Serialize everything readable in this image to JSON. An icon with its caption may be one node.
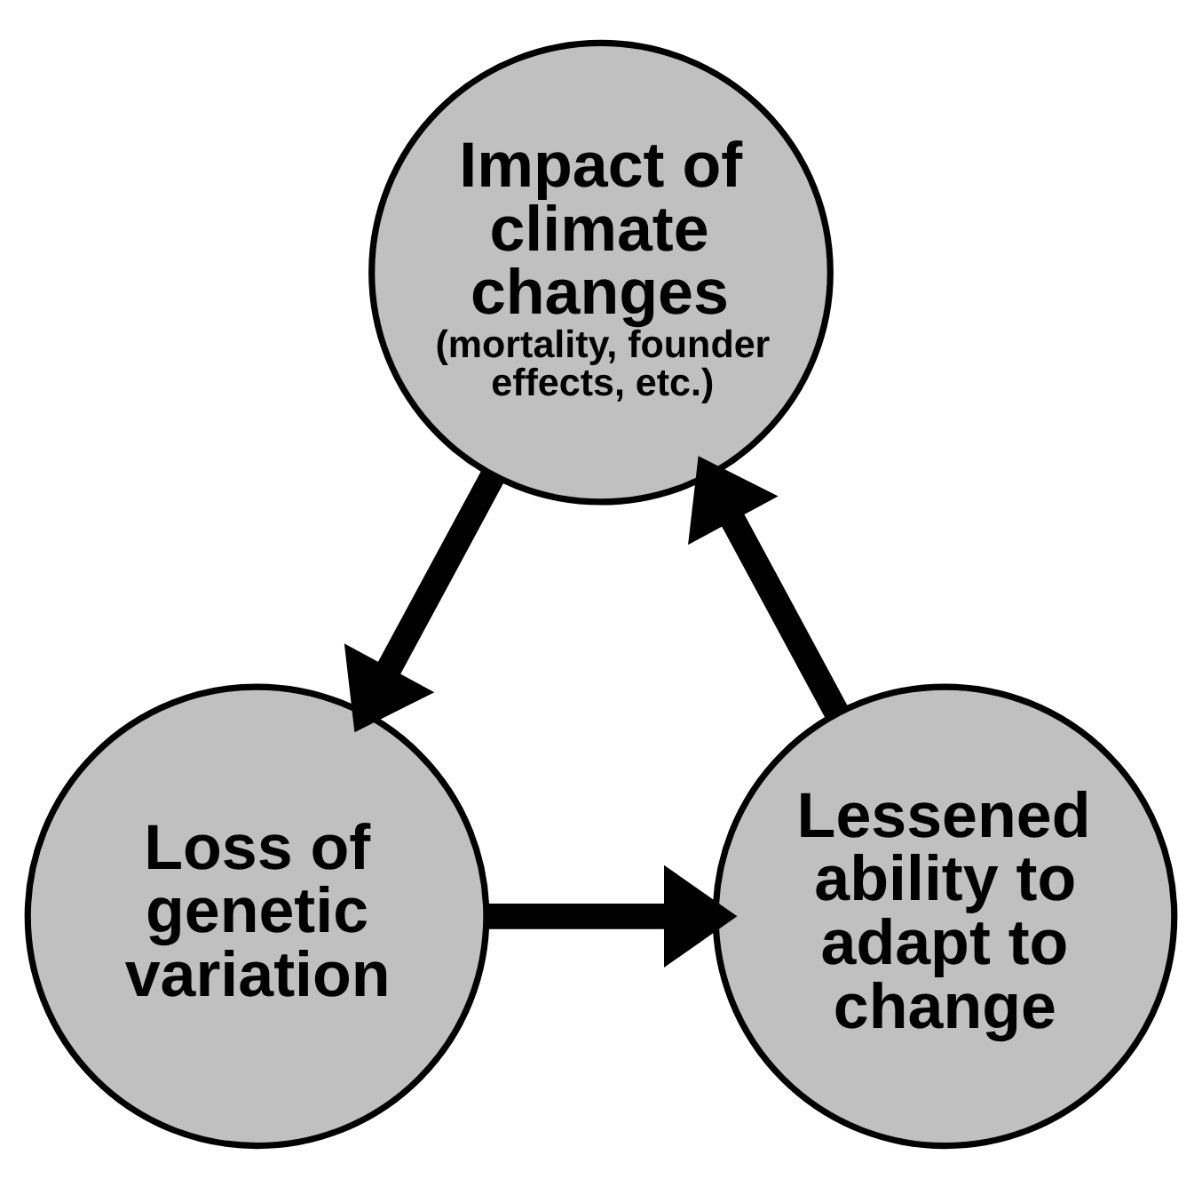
{
  "diagram": {
    "nodes": [
      {
        "text": [
          "Impact of climate changes",
          "(mortality, founder effects, etc.)"
        ]
      },
      {
        "text": [
          "Loss of genetic variation"
        ]
      },
      {
        "text": [
          "Lessened ability to adapt to change"
        ]
      }
    ],
    "edges": [
      {
        "from": 0,
        "to": 1,
        "arrow": "to"
      },
      {
        "from": 1,
        "to": 2,
        "arrow": "to"
      },
      {
        "from": 2,
        "to": 0,
        "arrow": "to"
      }
    ]
  }
}
